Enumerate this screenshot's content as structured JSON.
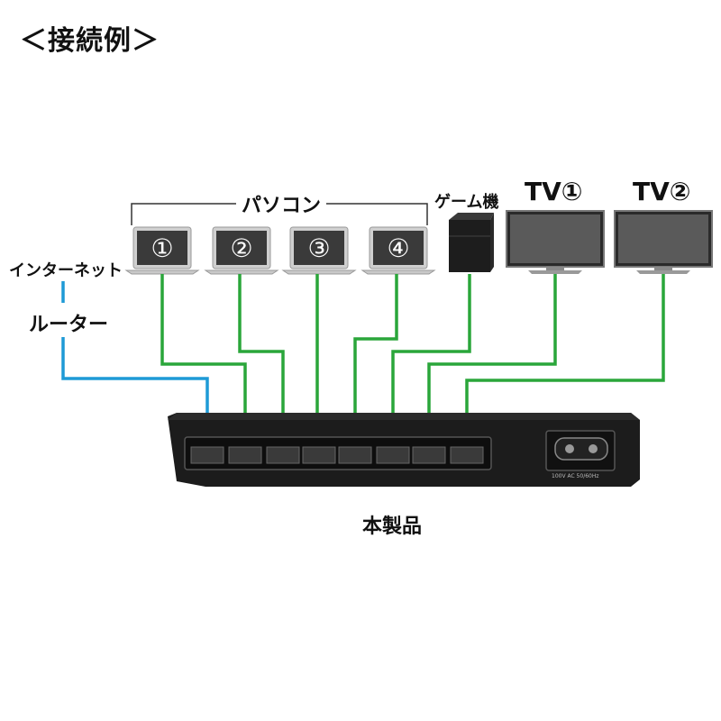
{
  "title": "＜接続例＞",
  "labels": {
    "internet": "インターネット",
    "router": "ルーター",
    "pc_group": "パソコン",
    "game": "ゲーム機",
    "tv1": "TV①",
    "tv2": "TV②",
    "product": "本製品"
  },
  "pcs": [
    "①",
    "②",
    "③",
    "④"
  ],
  "power_label": "100V AC 50/60Hz",
  "colors": {
    "cable_green": "#2aa63a",
    "cable_blue": "#1e9ad6",
    "switch_body": "#1c1c1c"
  }
}
